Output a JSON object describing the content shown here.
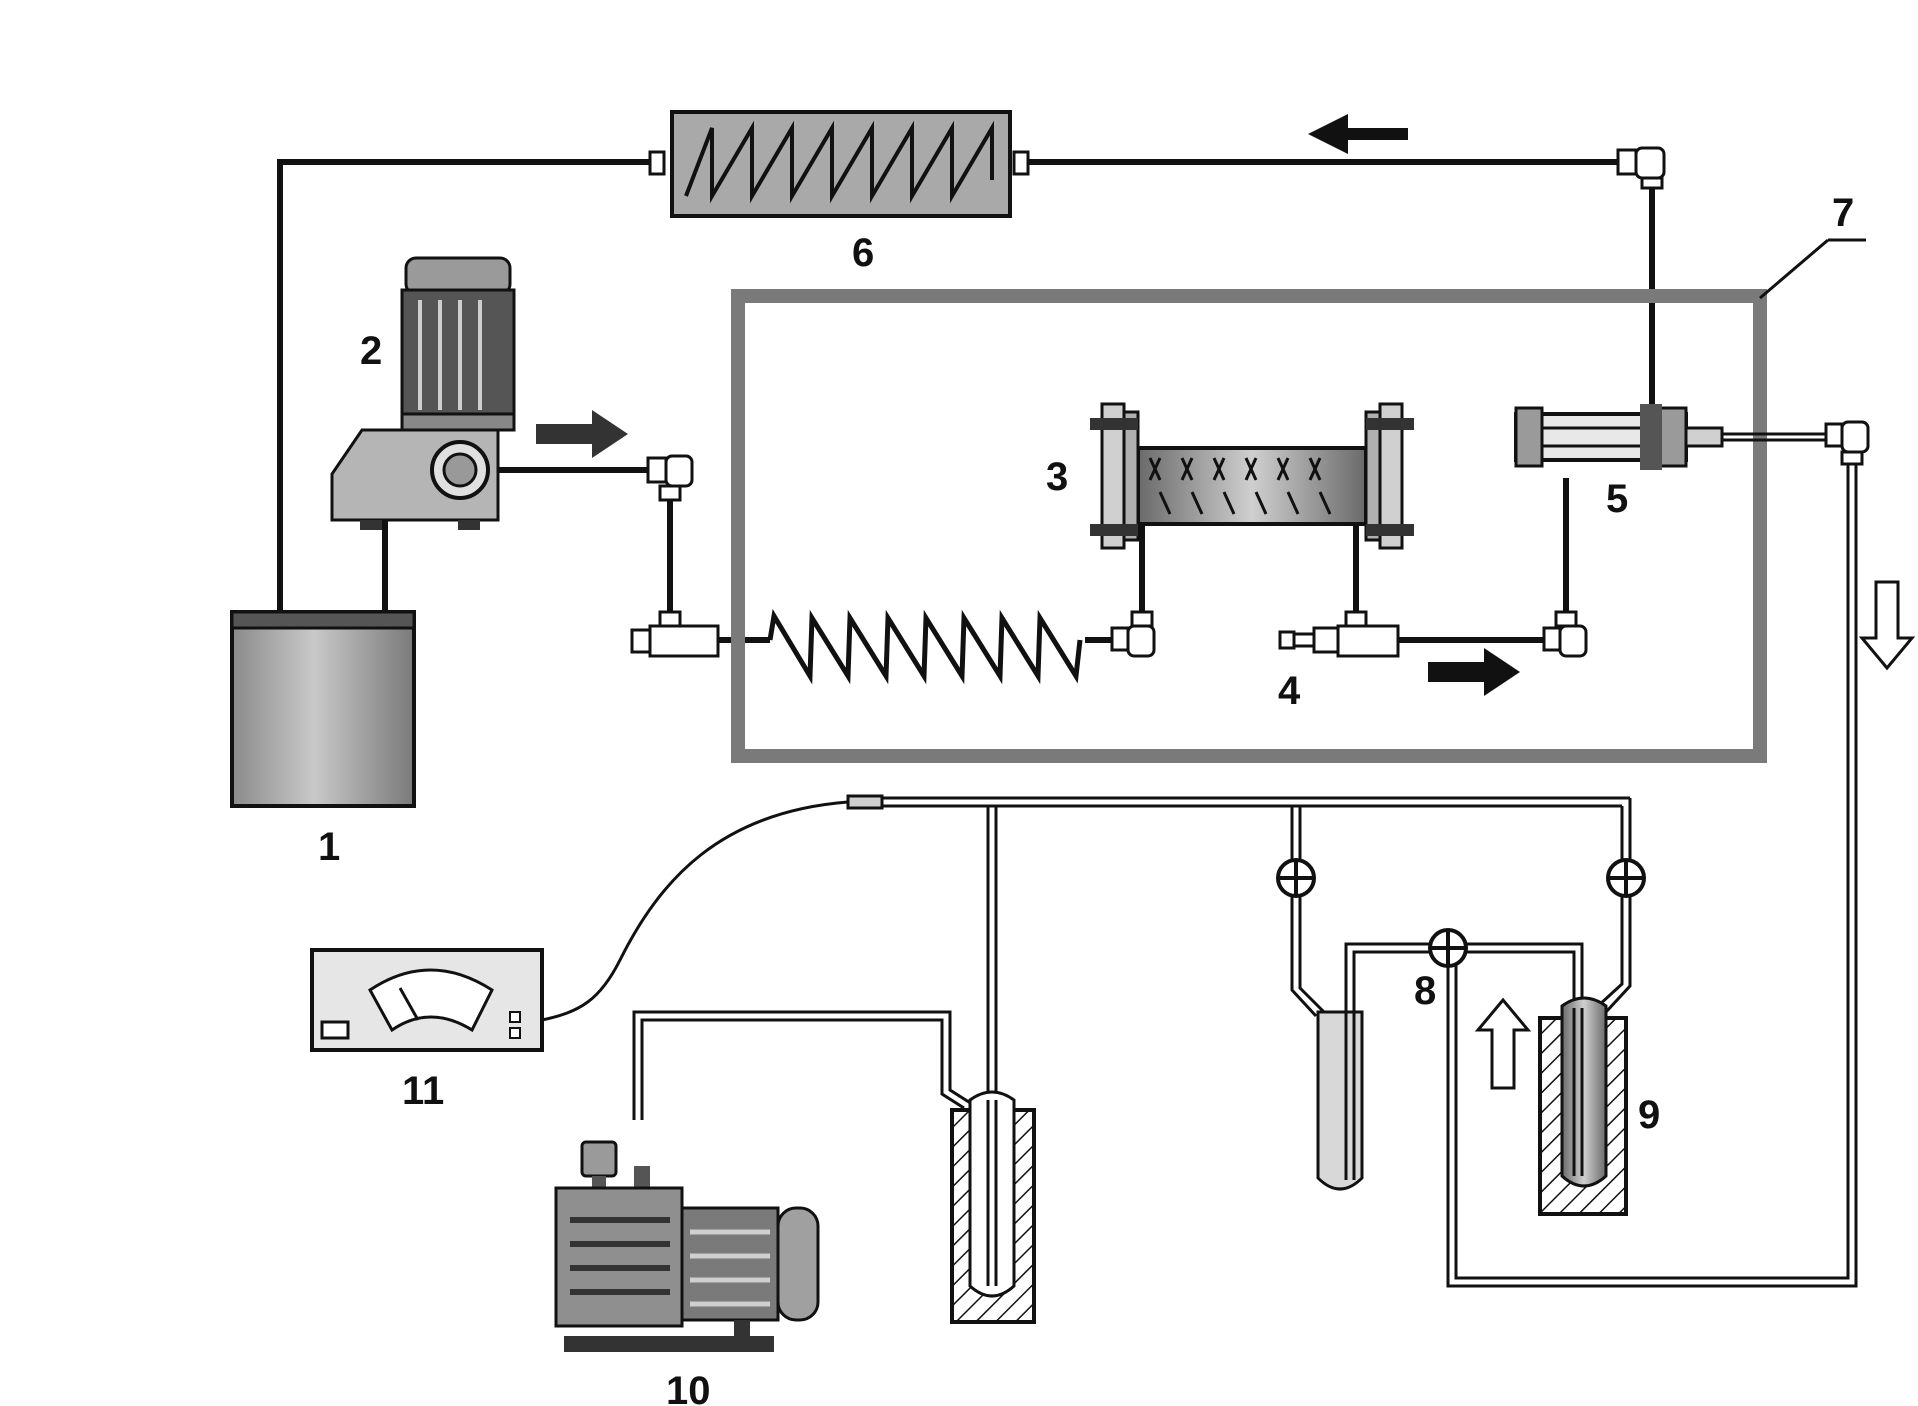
{
  "labels": {
    "n1": "1",
    "n2": "2",
    "n3": "3",
    "n4": "4",
    "n5": "5",
    "n6": "6",
    "n7": "7",
    "n8": "8",
    "n9": "9",
    "n10": "10",
    "n11": "11"
  },
  "colors": {
    "line": "#111111",
    "gray_fill": "#9a9a9a",
    "light_gray": "#d6d6d6",
    "frame": "#7a7a7a"
  },
  "icons": {
    "flow_arrow": "arrow-icon",
    "valve": "valve-icon"
  }
}
